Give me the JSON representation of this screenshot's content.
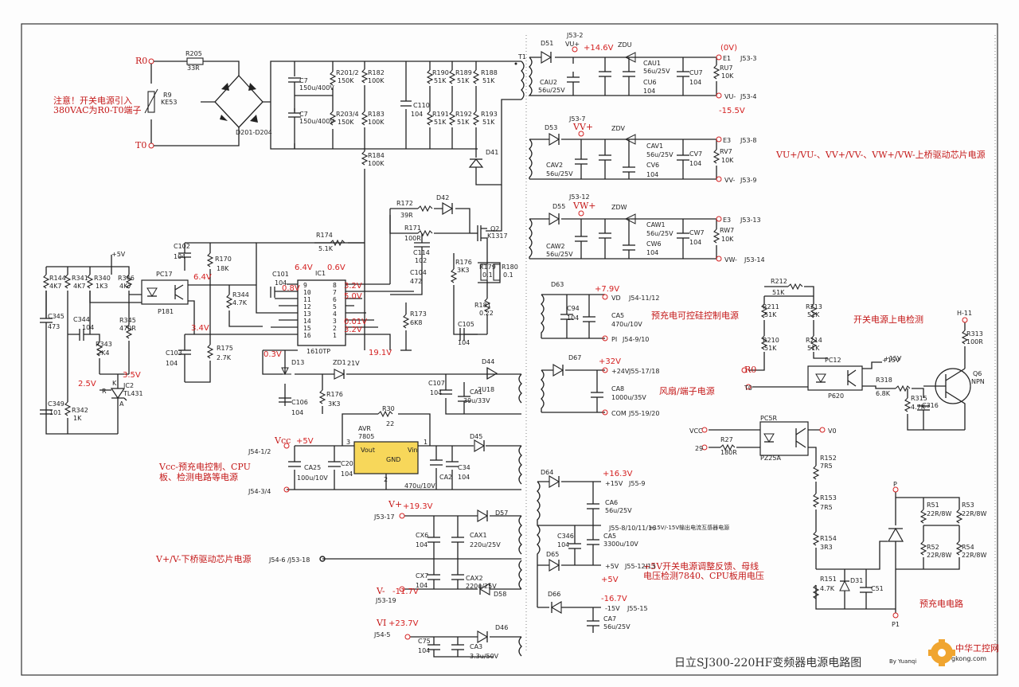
{
  "title": "日立SJ300-220HF变频器电源电路图",
  "byline": "By Yuanqi",
  "watermark": {
    "brand": "中华工控网",
    "url": "gkong.com"
  },
  "notes": {
    "warn_line1": "注意！开关电源引入",
    "warn_line2": "380VAC为R0-T0端子",
    "drive_supply": "VU+/VU-、VV+/VV-、VW+/VW-上桥驱动芯片电源",
    "precharge_ctrl": "预充电可控硅控制电源",
    "fan": "风扇/端子电源",
    "vcc_note1": "Vcc-预充电控制、CPU",
    "vcc_note2": "板、检测电路等电源",
    "vplus_note": "V+/V-下桥驱动芯片电源",
    "current_note": "+15V/-15V输出电流互感器电源",
    "fivev_note1": "+5V开关电源调整反馈、母线",
    "fivev_note2": "电压检测7840、CPU板用电压",
    "power_detect": "开关电源上电检测",
    "precharge_circuit": "预充电电路"
  },
  "terminals": {
    "r0": "R0",
    "t0": "T0",
    "t0b": "T0",
    "r0b": "R0",
    "vu_plus": "VU+",
    "vu_minus": "VU-",
    "vv_plus": "VV+",
    "vv_minus": "VV-",
    "vw_plus": "VW+",
    "vw_minus": "VW-",
    "e1": "E1",
    "e3a": "E3",
    "e3b": "E3",
    "j53_2": "J53-2",
    "j53_3": "J53-3",
    "j53_4": "J53-4",
    "j53_7": "J53-7",
    "j53_8": "J53-8",
    "j53_9": "J53-9",
    "j53_12": "J53-12",
    "j53_13": "J53-13",
    "j53_14": "J53-14",
    "j54_1112": "J54-11/12",
    "j54_910": "J54-9/10",
    "j55_1718": "J55-17/18",
    "j55_1920": "J55-19/20",
    "j54_12": "J54-1/2",
    "j54_34": "J54-3/4",
    "j53_17": "J53-17",
    "j54_6": "J54-6 /J53-18",
    "j53_19": "J53-19",
    "j54_5": "J54-5",
    "j55_9": "J55-9",
    "j55_81016": "J55-8/10/11/16",
    "j55_1213": "J55-12/13",
    "j55_15": "J55-15",
    "vd": "VD",
    "pi": "PI",
    "p24": "+24V",
    "com": "COM",
    "vcc": "VCC",
    "v0": "V0",
    "p": "P",
    "p1": "P1",
    "pin29": "29",
    "h11": "H-11",
    "vplus": "V+",
    "vminus": "V-",
    "vi": "VI",
    "vcc_lbl": "Vcc",
    "plus15v": "+15V",
    "plus5v": "+5V",
    "minus15v": "-15V",
    "p5v": "+5V",
    "p15v": "+15V"
  },
  "voltages": {
    "v_vu": "+14.6V",
    "v_0v": "(0V)",
    "v_m155": "-15.5V",
    "v_79": "+7.9V",
    "v_32": "+32V",
    "v_64a": "6.4V",
    "v_06": "0.6V",
    "v_64b": "6.4V",
    "v_32a": "3.2V",
    "v_50": "5.0V",
    "v_001": "0.01V",
    "v_32b": "3.2V",
    "v_34": "3.4V",
    "v_03": "0.3V",
    "v_191": "19.1V",
    "v_35": "3.5V",
    "v_25": "2.5V",
    "v_5": "+5V",
    "v_193": "+19.3V",
    "v_m117": "-11.7V",
    "v_237": "+23.7V",
    "v_163": "+16.3V",
    "v_m167": "-16.7V",
    "v_p5": "+5V",
    "v_08": "0.8V",
    "v_5v_top": "+5V",
    "v_15": "+15V",
    "v_21": "21V"
  },
  "components": {
    "r205": "R205",
    "r205v": "33R",
    "r9": "R9",
    "r9v": "KE53",
    "bridge": "D201-D204",
    "c7a": "C7",
    "c7av": "150u/400V",
    "c7b": "C7",
    "c7bv": "150u/400V",
    "r2012": "R201/2",
    "r2012v": "150K",
    "r2034": "R203/4",
    "r2034v": "150K",
    "r182": "R182",
    "r182v": "100K",
    "r183": "R183",
    "r183v": "100K",
    "r184": "R184",
    "r184v": "100K",
    "c110": "C110",
    "c110v": "104",
    "r190": "R190",
    "r190v": "51K",
    "r189": "R189",
    "r189v": "51K",
    "r188": "R188",
    "r188v": "51K",
    "r191": "R191",
    "r191v": "51K",
    "r192": "R192",
    "r192v": "51K",
    "r193": "R193",
    "r193v": "51K",
    "d41": "D41",
    "t1": "T1",
    "r172": "R172",
    "r172v": "39R",
    "d42": "D42",
    "r171": "R171",
    "r171v": "100R",
    "q2": "Q2",
    "q2v": "K1317",
    "c114": "C114",
    "c114v": "102",
    "c104": "C104",
    "c104v": "472",
    "r176": "R176",
    "r176v": "3K3",
    "r179": "R179",
    "r179v": "0.1",
    "r180": "R180",
    "r180v": "0.1",
    "r181": "R181",
    "r181v": "0.22",
    "r173": "R173",
    "r173v": "6K8",
    "c105": "C105",
    "c105v": "104",
    "r174": "R174",
    "r174v": "5.1K",
    "ic1": "IC1",
    "ic1v": "1610TP",
    "c101": "C101",
    "c101v": "104",
    "c102": "C102",
    "c102v": "104",
    "r170": "R170",
    "r170v": "18K",
    "r344": "R344",
    "r344v": "4.7K",
    "c103": "C103",
    "c103v": "104",
    "r175": "R175",
    "r175v": "2.7K",
    "pc17": "PC17",
    "p181": "P181",
    "r144": "R144",
    "r144v": "4K7",
    "r341": "R341",
    "r341v": "4K7",
    "r340": "R340",
    "r340v": "1K3",
    "r346": "R346",
    "r346v": "4K7",
    "c345": "C345",
    "c345v": "473",
    "c344": "C344",
    "c344v": "104",
    "r343": "R343",
    "r343v": "2K4",
    "r345": "R345",
    "r345v": "470R",
    "ic2": "IC2",
    "ic2v": "TL431",
    "c349": "C349",
    "c349v": "101",
    "r342": "R342",
    "r342v": "1K",
    "d13": "D13",
    "zd1": "ZD1",
    "c106": "C106",
    "c106v": "104",
    "r176b": "R176",
    "r176bv": "3K3",
    "d44": "D44",
    "d44v": "2U18",
    "c107": "C107",
    "c107v": "104",
    "ca1": "CA1",
    "ca1v": "39u/33V",
    "r30": "R30",
    "r30v": "22",
    "avr": "AVR",
    "avrv": "7805",
    "vout": "Vout",
    "gnd": "GND",
    "vin": "Vin",
    "c20": "C20",
    "c20v": "104",
    "ca25": "CA25",
    "ca25v": "100u/10V",
    "ca2": "CA2",
    "ca2v": "470u/10V",
    "c34": "C34",
    "c34v": "104",
    "d45": "D45",
    "cx6": "CX6",
    "cx6v": "104",
    "cax1": "CAX1",
    "cax1v": "220u/25V",
    "d57": "D57",
    "cx7": "CX7",
    "cx7v": "104",
    "cax2": "CAX2",
    "cax2v": "220u/25V",
    "d58": "D58",
    "c75": "C75",
    "c75v": "104",
    "ca3": "CA3",
    "ca3v": "3.3u/50V",
    "d46": "D46",
    "d51": "D51",
    "zdu": "ZDU",
    "cau1": "CAU1",
    "cau1v": "56u/25V",
    "cu6": "CU6",
    "cu6v": "104",
    "cu7": "CU7",
    "cu7v": "104",
    "ru7": "RU7",
    "ru7v": "10K",
    "cau2": "CAU2",
    "cau2v": "56u/25V",
    "d53": "D53",
    "zdv": "ZDV",
    "cav1": "CAV1",
    "cav1v": "56u/25V",
    "cv6": "CV6",
    "cv6v": "104",
    "cv7": "CV7",
    "cv7v": "104",
    "rv7": "RV7",
    "rv7v": "10K",
    "cav2": "CAV2",
    "cav2v": "56u/25V",
    "d55": "D55",
    "zdw": "ZDW",
    "caw1": "CAW1",
    "caw1v": "56u/25V",
    "cw6": "CW6",
    "cw6v": "104",
    "cw7": "CW7",
    "cw7v": "104",
    "rw7": "RW7",
    "rw7v": "10K",
    "caw2": "CAW2",
    "caw2v": "56u/25V",
    "d63": "D63",
    "c94": "C94",
    "c94v": "104",
    "ca5": "CA5",
    "ca5v": "470u/10V",
    "d67": "D67",
    "ca8": "CA8",
    "ca8v": "1000u/35V",
    "d64": "D64",
    "ca6": "CA6",
    "ca6v": "56u/25V",
    "c346": "C346",
    "c346v": "104",
    "ca5b": "CA5",
    "ca5bv": "3300u/10V",
    "d65": "D65",
    "d66": "D66",
    "ca7": "CA7",
    "ca7v": "56u/25V",
    "r212": "R212",
    "r212v": "51K",
    "r211": "R211",
    "r211v": "51K",
    "r213": "R213",
    "r213v": "51K",
    "r210": "R210",
    "r210v": "51K",
    "r214": "R214",
    "r214v": "51K",
    "pc12": "PC12",
    "p620": "P620",
    "r318": "R318",
    "r318v": "6.8K",
    "r315": "R315",
    "r315v": "4.7K",
    "c316": "C316",
    "r313": "R313",
    "r313v": "100R",
    "q6": "Q6",
    "q6v": "NPN",
    "pc5r": "PC5R",
    "pc5rv": "PZ25A",
    "r27": "R27",
    "r27v": "180R",
    "r152": "R152",
    "r152v": "7R5",
    "r153": "R153",
    "r153v": "7R5",
    "r154": "R154",
    "r154v": "3R3",
    "r151": "R151",
    "r151v": "4.7K",
    "d31": "D31",
    "c51": "C51",
    "r51": "R51",
    "r51v": "22R/8W",
    "r53": "R53",
    "r53v": "22R/8W",
    "r52": "R52",
    "r52v": "22R/8W",
    "r54": "R54",
    "r54v": "22R/8W"
  },
  "ic1_pins": {
    "p9": "9",
    "p10": "10",
    "p11": "11",
    "p12": "12",
    "p13": "13",
    "p14": "14",
    "p15": "15",
    "p16": "16",
    "p8": "8",
    "p7": "7",
    "p6": "6",
    "p5": "5",
    "p4": "4",
    "p3": "3",
    "p2": "2",
    "p1": "1"
  },
  "ic2_pins": {
    "k": "K",
    "r": "R",
    "a": "A"
  },
  "avr_pins": {
    "p3": "3",
    "p2": "2",
    "p1": "1"
  },
  "colors": {
    "ink": "#222222",
    "voltage_red": "#d42020",
    "note_red": "#c41818",
    "frame": "#333333"
  }
}
